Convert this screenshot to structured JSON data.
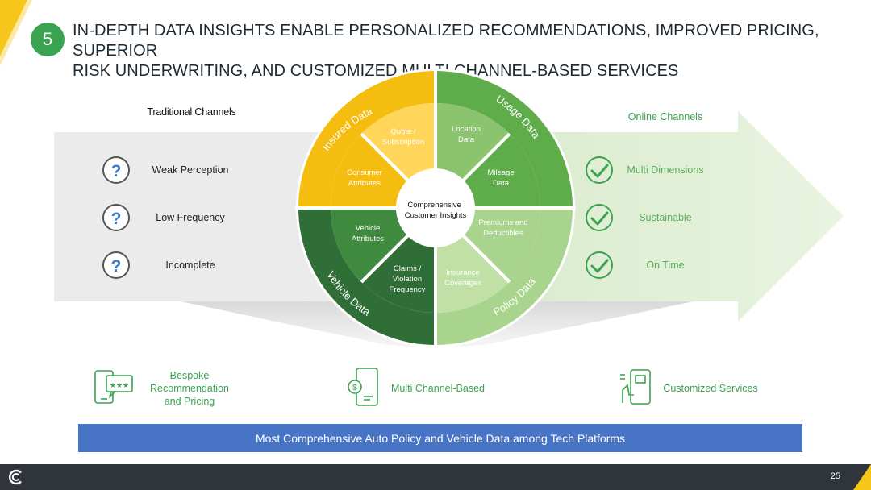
{
  "step_number": "5",
  "title": {
    "line1": "IN-DEPTH DATA INSIGHTS ENABLE PERSONALIZED RECOMMENDATIONS, IMPROVED PRICING, SUPERIOR",
    "line2": "RISK UNDERWRITING, AND CUSTOMIZED MULTI CHANNEL-BASED SERVICES"
  },
  "traditional": {
    "heading": "Traditional Channels",
    "items": [
      "Weak Perception",
      "Low Frequency",
      "Incomplete"
    ]
  },
  "online": {
    "heading": "Online Channels",
    "items": [
      "Multi Dimensions",
      "Sustainable",
      "On Time"
    ]
  },
  "wheel": {
    "center": [
      "Comprehensive",
      "Customer Insights"
    ],
    "quadrants": {
      "insured": "Insured Data",
      "usage": "Usage Data",
      "vehicle": "Vehicle Data",
      "policy": "Policy Data"
    },
    "segments": {
      "quote": [
        "Quote /",
        "Subscription"
      ],
      "consumer": [
        "Consumer",
        "Attributes"
      ],
      "location": [
        "Location",
        "Data"
      ],
      "mileage": [
        "Mileage",
        "Data"
      ],
      "vehicle_attr": [
        "Vehicle",
        "Attributes"
      ],
      "claims": [
        "Claims /",
        "Violation",
        "Frequency"
      ],
      "premiums": [
        "Premiums and",
        "Deductibles"
      ],
      "insurance": [
        "Insurance",
        "Coverages"
      ]
    }
  },
  "outcomes": [
    {
      "icon": "recommendation-phone-icon",
      "lines": [
        "Bespoke",
        "Recommendation",
        "and Pricing"
      ]
    },
    {
      "icon": "payment-phone-icon",
      "lines": [
        "Multi Channel-Based"
      ]
    },
    {
      "icon": "service-phone-icon",
      "lines": [
        "Customized Services"
      ]
    }
  ],
  "banner": "Most Comprehensive Auto Policy and Vehicle Data among Tech Platforms",
  "page_number": "25",
  "colors": {
    "yellow": "#f6bd11",
    "light_yellow": "#ffd55a",
    "green": "#5fac4b",
    "light_green": "#8cc36e",
    "dark_green": "#2f6e37",
    "mid_dark_green": "#3f8a3f",
    "pale_green": "#a9d48d",
    "pale_green_inner": "#c0e0a6",
    "badge_green": "#3aa351",
    "banner_blue": "#4774c5",
    "footer": "#2f353a"
  }
}
